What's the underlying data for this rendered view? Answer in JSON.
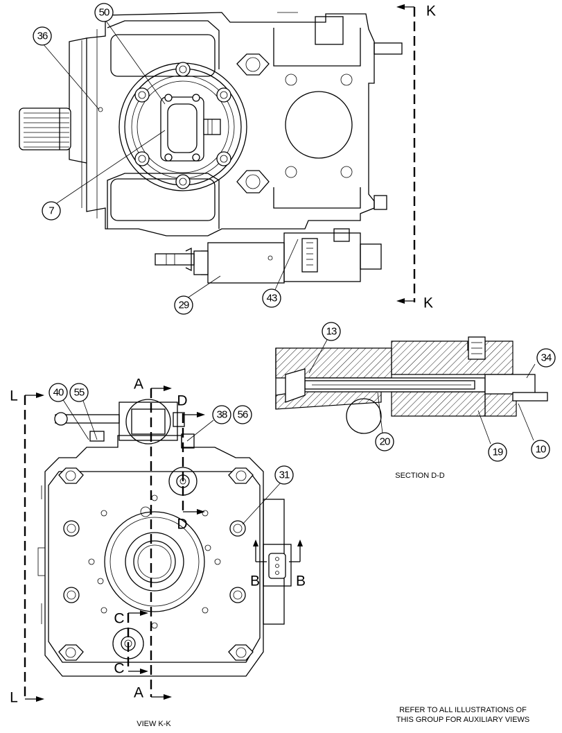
{
  "callouts": {
    "c50": "50",
    "c36": "36",
    "c7": "7",
    "c29": "29",
    "c43": "43",
    "c13": "13",
    "c34": "34",
    "c20": "20",
    "c19": "19",
    "c10": "10",
    "c40": "40",
    "c55": "55",
    "c38": "38",
    "c56": "56",
    "c31": "31"
  },
  "section_marks": {
    "k_top": "K",
    "k_bottom": "K",
    "l_top": "L",
    "l_bottom": "L",
    "a_top": "A",
    "a_bottom": "A",
    "d_top": "D",
    "d_bottom": "D",
    "b_left": "B",
    "b_right": "B",
    "c_top": "C",
    "c_bottom": "C"
  },
  "captions": {
    "section_dd": "SECTION D-D",
    "view_kk": "VIEW K-K",
    "note_line1": "REFER TO ALL ILLUSTRATIONS OF",
    "note_line2": "THIS GROUP FOR AUXILIARY VIEWS"
  }
}
